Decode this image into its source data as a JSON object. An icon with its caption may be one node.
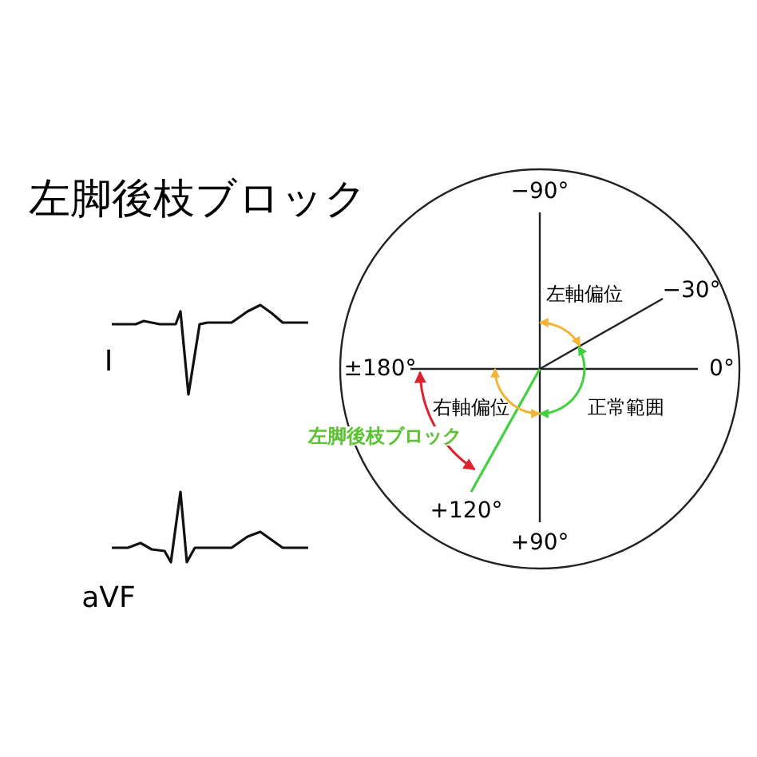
{
  "diagram": {
    "title": "左脚後枝ブロック",
    "labels": [
      "I",
      "aVF",
      "−90°",
      "左軸偏位",
      "−30°",
      "±180°",
      "0°",
      "右軸偏位",
      "正常範囲",
      "左脚後枝ブロック",
      "+120°",
      "+90°"
    ]
  }
}
